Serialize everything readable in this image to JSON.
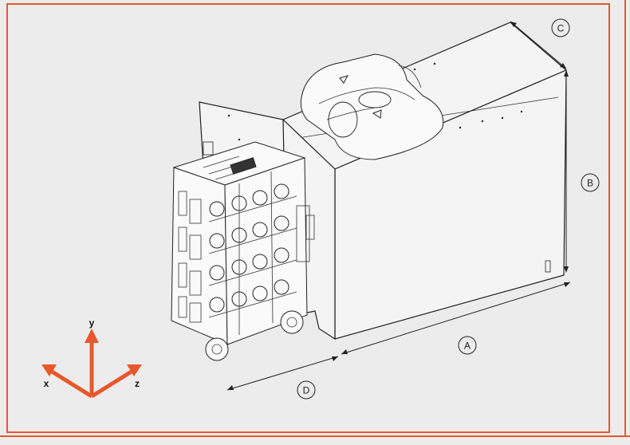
{
  "colors": {
    "accent": "#e8582c",
    "background": "#ececec",
    "line": "#222222"
  },
  "callouts": {
    "a": "A",
    "b": "B",
    "c": "C",
    "d": "D"
  },
  "axes": {
    "x": "x",
    "y": "y",
    "z": "z"
  }
}
